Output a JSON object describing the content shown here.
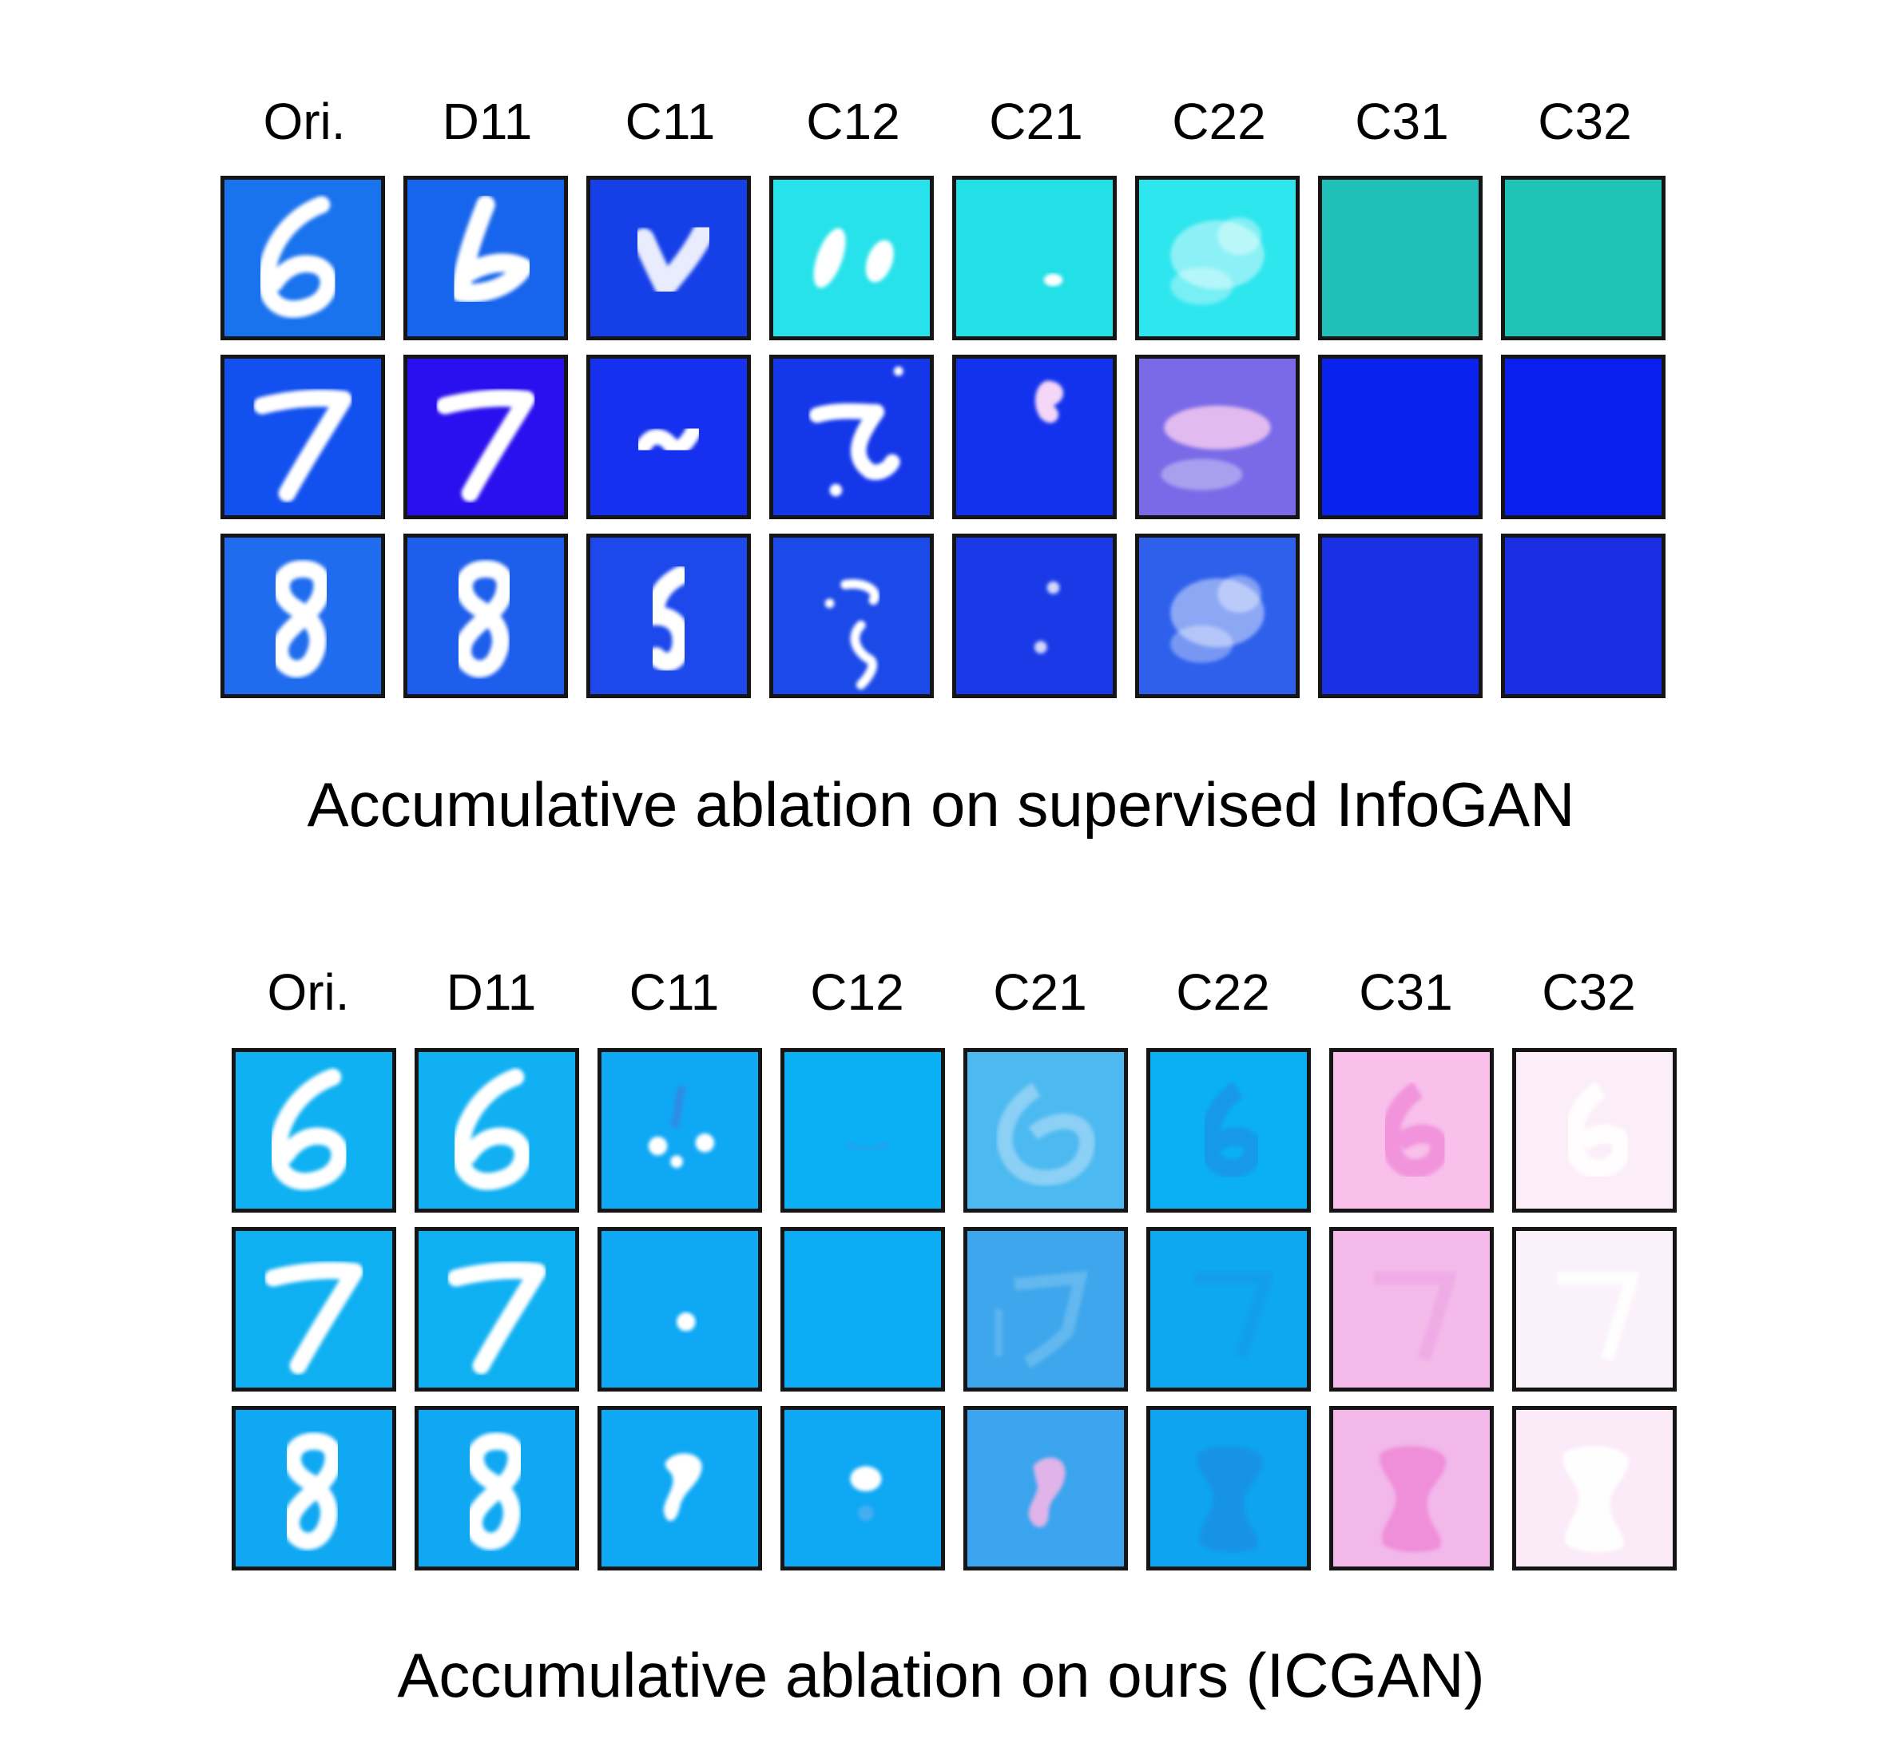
{
  "panels": [
    {
      "caption": "Accumulative ablation on supervised InfoGAN",
      "columns": [
        "Ori.",
        "D11",
        "C11",
        "C12",
        "C21",
        "C22",
        "C31",
        "C32"
      ],
      "rows": [
        {
          "digit": "6",
          "cells": [
            {
              "bg": "#1a73ee",
              "stroke": "6"
            },
            {
              "bg": "#1765ec",
              "stroke": "6b"
            },
            {
              "bg": "#1540e8",
              "stroke": "check"
            },
            {
              "bg": "#27e2ea",
              "stroke": "bars"
            },
            {
              "bg": "#22e0e6",
              "stroke": "dot"
            },
            {
              "bg": "#2ee6ee",
              "stroke": "cloud"
            },
            {
              "bg": "#20c0b8",
              "stroke": "none"
            },
            {
              "bg": "#1fc4b7",
              "stroke": "none"
            }
          ]
        },
        {
          "digit": "7",
          "cells": [
            {
              "bg": "#1250f0",
              "stroke": "7"
            },
            {
              "bg": "#2a10ee",
              "stroke": "7"
            },
            {
              "bg": "#1530ee",
              "stroke": "tilde"
            },
            {
              "bg": "#1437ea",
              "stroke": "squig"
            },
            {
              "bg": "#1232ee",
              "stroke": "blob"
            },
            {
              "bg": "#7a6ae8",
              "stroke": "cloudpink"
            },
            {
              "bg": "#0a22ee",
              "stroke": "none"
            },
            {
              "bg": "#0a1ef0",
              "stroke": "none"
            }
          ]
        },
        {
          "digit": "8",
          "cells": [
            {
              "bg": "#1f6cee",
              "stroke": "8"
            },
            {
              "bg": "#1e5eec",
              "stroke": "8"
            },
            {
              "bg": "#1c48ec",
              "stroke": "5"
            },
            {
              "bg": "#1c4ae8",
              "stroke": "curl"
            },
            {
              "bg": "#1a3ae8",
              "stroke": "dots"
            },
            {
              "bg": "#2e60ec",
              "stroke": "cloud"
            },
            {
              "bg": "#1a30e4",
              "stroke": "none"
            },
            {
              "bg": "#1a2fe4",
              "stroke": "none"
            }
          ]
        }
      ]
    },
    {
      "caption": "Accumulative ablation on ours (ICGAN)",
      "columns": [
        "Ori.",
        "D11",
        "C11",
        "C12",
        "C21",
        "C22",
        "C31",
        "C32"
      ],
      "rows": [
        {
          "digit": "6",
          "cells": [
            {
              "bg": "#0fb1f2",
              "stroke": "6"
            },
            {
              "bg": "#10b0f2",
              "stroke": "6"
            },
            {
              "bg": "#0fa8f4",
              "stroke": "specks"
            },
            {
              "bg": "#0aaff4",
              "stroke": "faint"
            },
            {
              "bg": "#4cbaf0",
              "stroke": "ghost6"
            },
            {
              "bg": "#0bb0f4",
              "stroke": "dark6"
            },
            {
              "bg": "#f8c0ea",
              "stroke": "pink6"
            },
            {
              "bg": "#fbeef8",
              "stroke": "white6"
            }
          ]
        },
        {
          "digit": "7",
          "cells": [
            {
              "bg": "#0fb0f2",
              "stroke": "7"
            },
            {
              "bg": "#0fb0f2",
              "stroke": "7"
            },
            {
              "bg": "#0ea8f4",
              "stroke": "speck"
            },
            {
              "bg": "#0cacf4",
              "stroke": "none"
            },
            {
              "bg": "#3ea6ec",
              "stroke": "ghost7"
            },
            {
              "bg": "#0ea8f0",
              "stroke": "dark7"
            },
            {
              "bg": "#f4baea",
              "stroke": "pink7"
            },
            {
              "bg": "#fbf1fa",
              "stroke": "white7"
            }
          ]
        },
        {
          "digit": "8",
          "cells": [
            {
              "bg": "#10a8f2",
              "stroke": "8"
            },
            {
              "bg": "#10a8f2",
              "stroke": "8"
            },
            {
              "bg": "#0ea8f4",
              "stroke": "blob8"
            },
            {
              "bg": "#0ea8f4",
              "stroke": "smallblob"
            },
            {
              "bg": "#3aa4ee",
              "stroke": "pinkblob"
            },
            {
              "bg": "#0ea4f0",
              "stroke": "dark8"
            },
            {
              "bg": "#f2b8ea",
              "stroke": "pink8"
            },
            {
              "bg": "#fbeaf7",
              "stroke": "white8"
            }
          ]
        }
      ]
    }
  ]
}
